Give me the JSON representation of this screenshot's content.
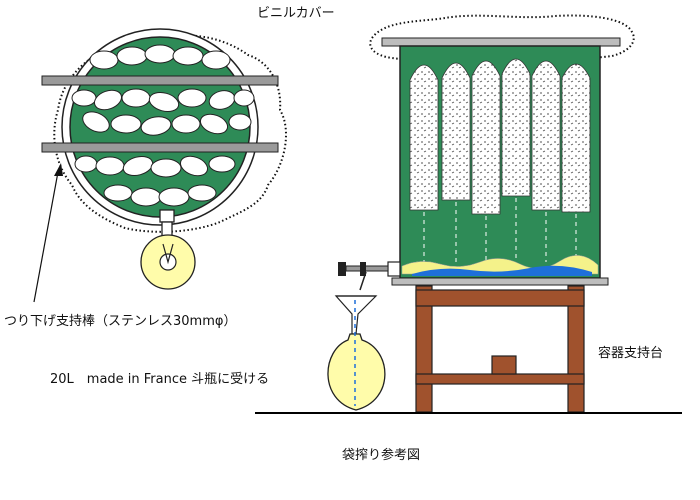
{
  "labels": {
    "vinyl_cover": "ビニルカバー",
    "hanging_rod": "つり下げ支持棒（ステンレス30mmφ）",
    "flask_note": "20L　made in France 斗瓶に受ける",
    "container_stand": "容器支持台",
    "figure_title": "袋搾り参考図"
  },
  "colors": {
    "tank_green": "#2e8b57",
    "rod_gray": "#9a9a9a",
    "stand_brown": "#a0522d",
    "flask_yellow": "#fffcaa",
    "liquid_blue": "#1e6fd9",
    "liquid_yellow": "#f4f28a",
    "outline": "#222222"
  }
}
